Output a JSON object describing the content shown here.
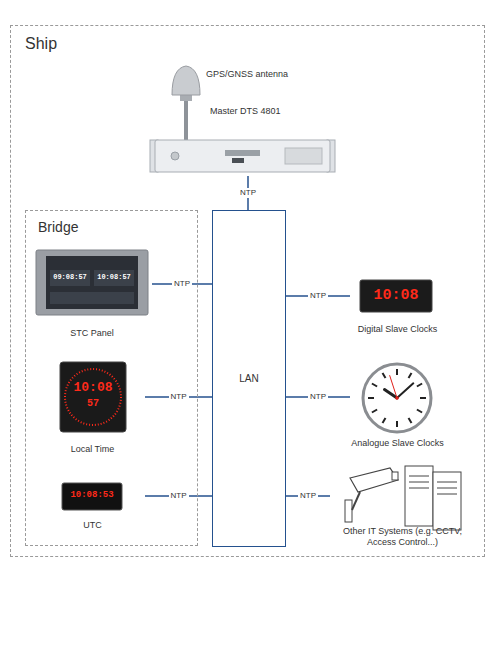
{
  "diagram": {
    "nodes": [
      {
        "text": [
          "Ship"
        ]
      },
      {
        "text": [
          "Master DTS 4801"
        ],
        "in": 0
      },
      {
        "text": [
          "LAN"
        ],
        "in": 0
      },
      {
        "text": [
          "Bridge"
        ],
        "in": 0
      },
      {
        "text": [
          "STC Panel"
        ],
        "in": 3
      },
      {
        "text": [
          "Local Time"
        ],
        "in": 3
      },
      {
        "text": [
          "UTC"
        ],
        "in": 3
      },
      {
        "text": [
          "Digital Slave Clocks"
        ],
        "in": 0
      },
      {
        "text": [
          "Analogue Slave Clocks"
        ],
        "in": 0
      },
      {
        "text": [
          "Other IT Systems (e.g. CCTV, Access Control...)"
        ],
        "in": 0
      }
    ],
    "edges": [
      {
        "from": 1,
        "to": 2,
        "label": "NTP",
        "arrow": "none"
      },
      {
        "from": 4,
        "to": 2,
        "label": "NTP",
        "arrow": "none"
      },
      {
        "from": 5,
        "to": 2,
        "label": "NTP",
        "arrow": "none"
      },
      {
        "from": 6,
        "to": 2,
        "label": "NTP",
        "arrow": "none"
      },
      {
        "from": 2,
        "to": 7,
        "label": "NTP",
        "arrow": "none"
      },
      {
        "from": 2,
        "to": 8,
        "label": "NTP",
        "arrow": "none"
      },
      {
        "from": 2,
        "to": 9,
        "label": "NTP",
        "arrow": "none"
      }
    ],
    "labels": [
      "GPS/GNSS antenna",
      "09:08:57",
      "10:08:57",
      "10:08",
      "57",
      "10:08:53",
      "10:08"
    ]
  }
}
